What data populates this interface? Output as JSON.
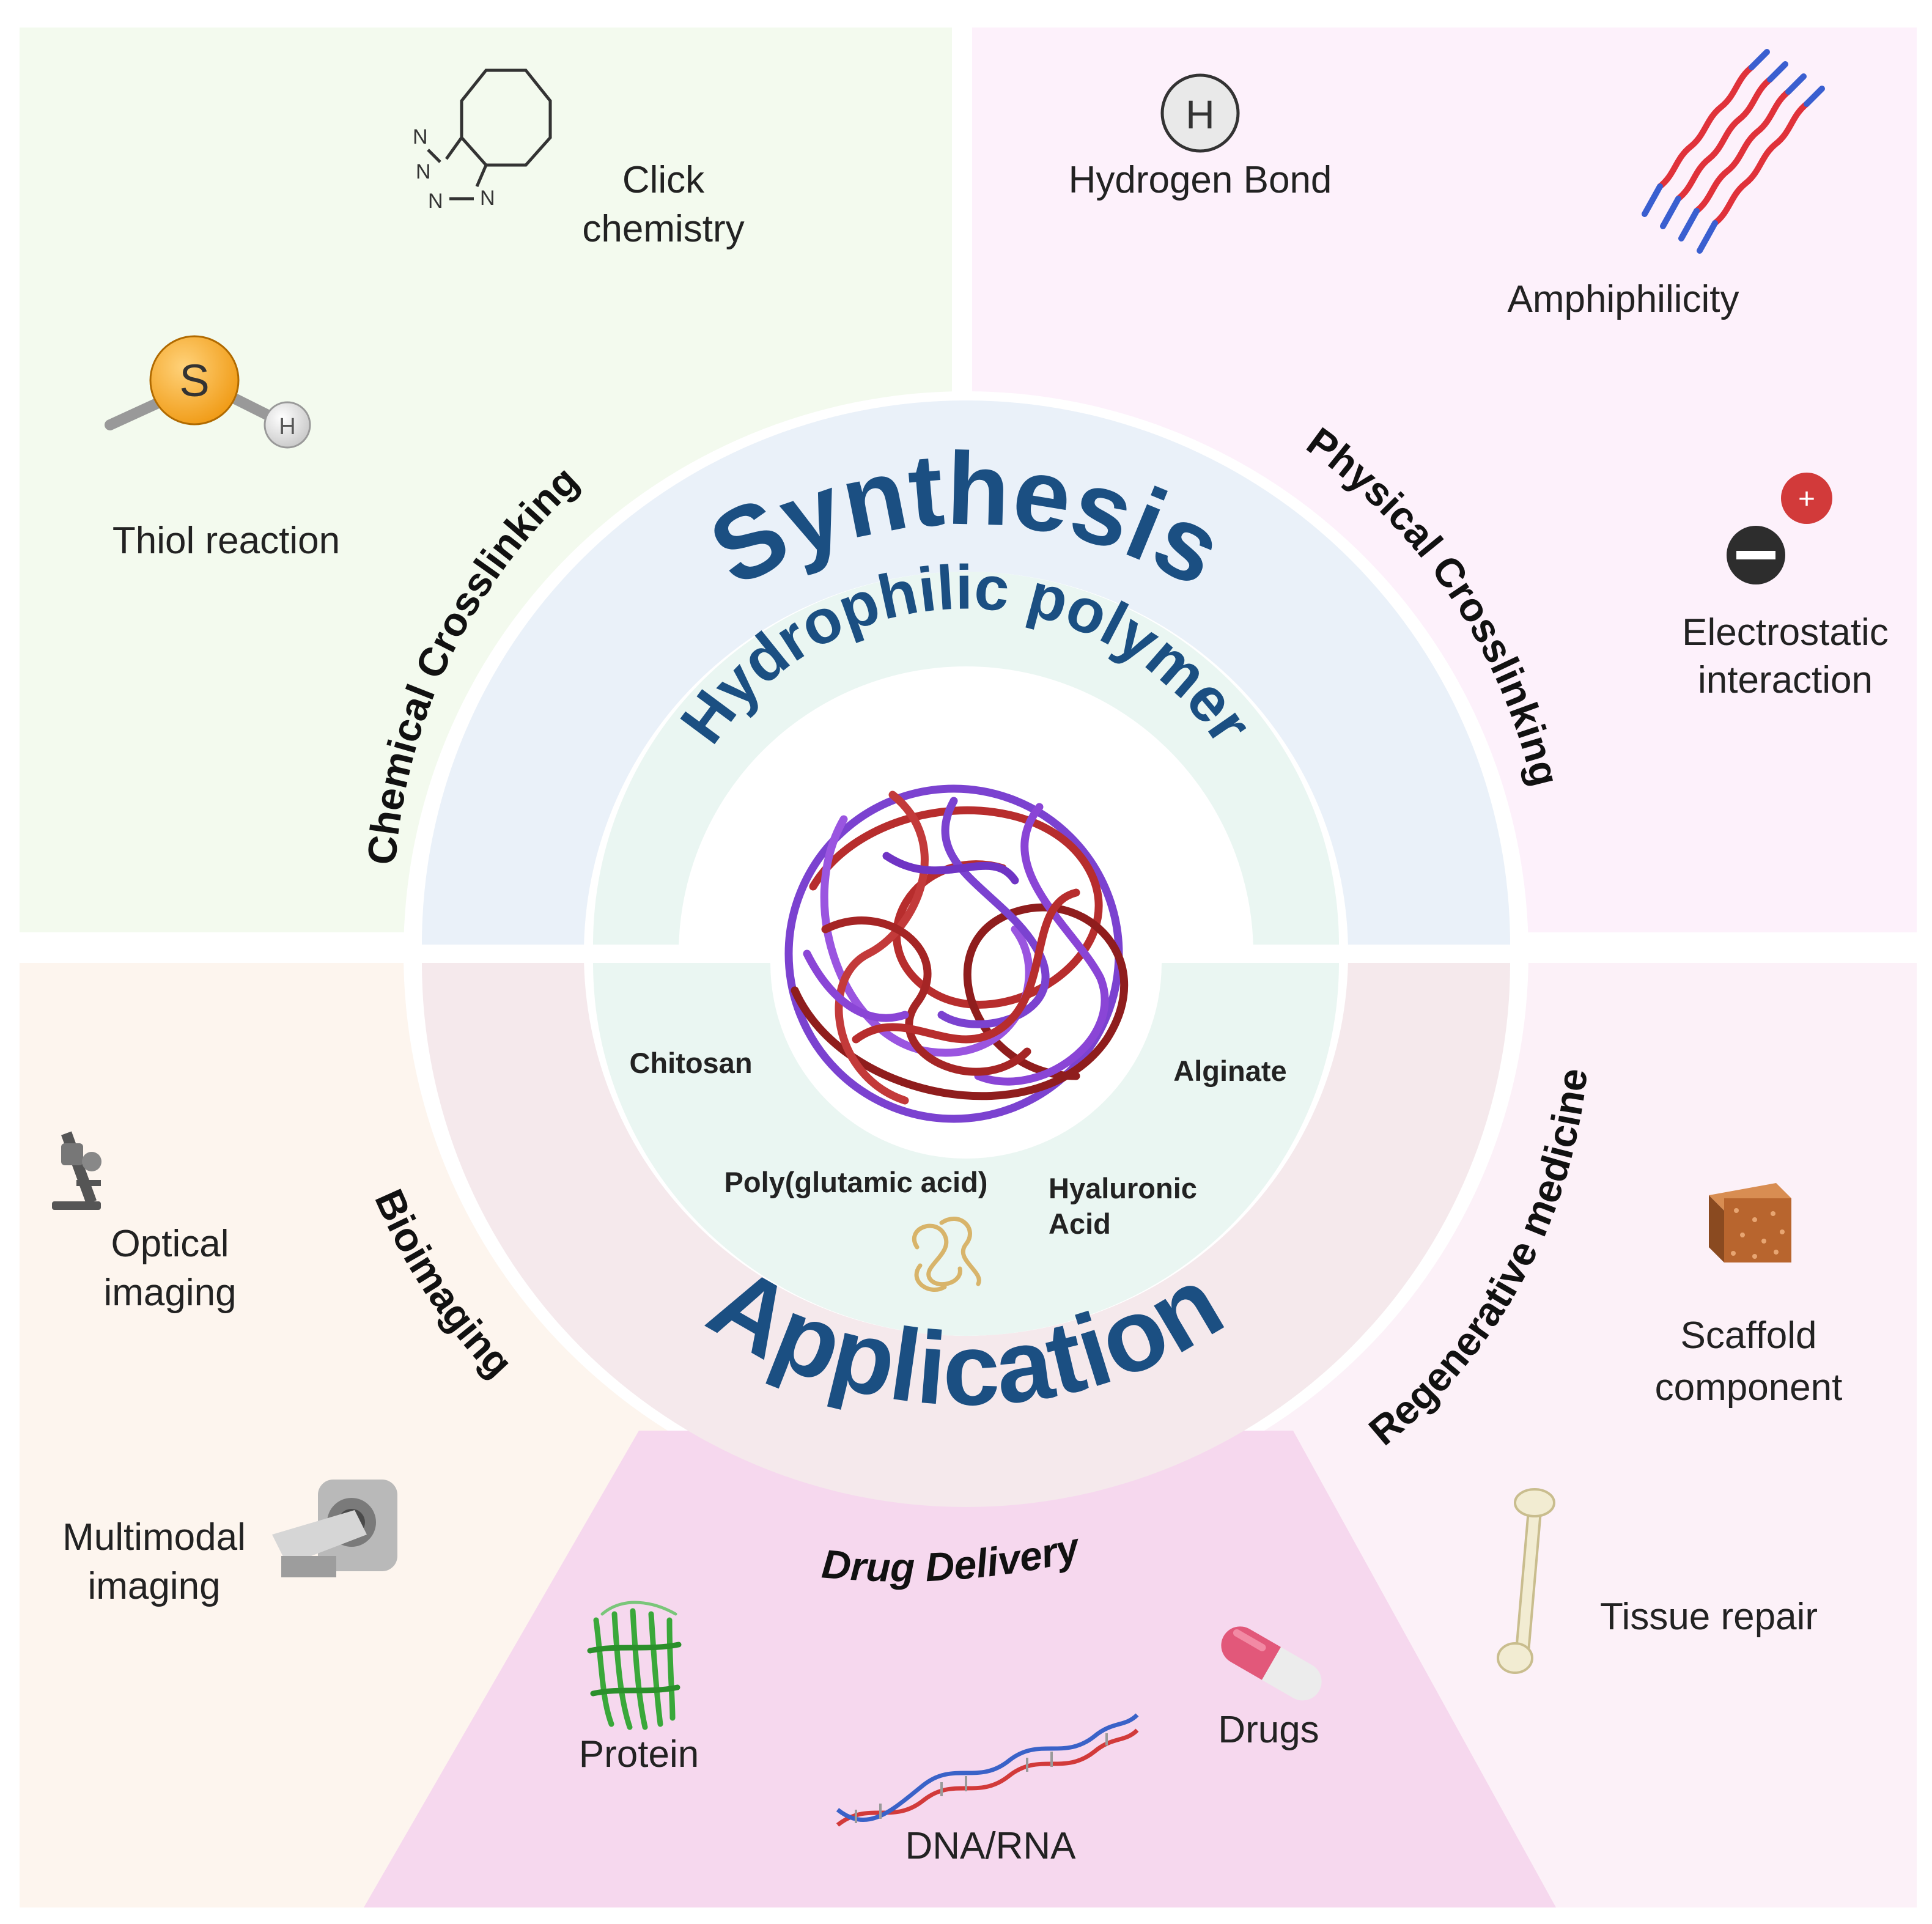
{
  "colors": {
    "chemical_bg": "#f3faee",
    "physical_bg": "#fdf1fb",
    "bioimaging_bg": "#fdf5ee",
    "regenerative_bg": "#fcf1f8",
    "drug_bg": "#f6d8ee",
    "synthesis_ring": "#eaf1f9",
    "application_ring": "#f5e9ec",
    "inner_ring": "#eaf6f2",
    "title_blue": "#1b4f82"
  },
  "center": {
    "synthesis_title": "Synthesis",
    "application_title": "Application",
    "inner_title": "Hydrophilic polymer",
    "polymers": {
      "chitosan": "Chitosan",
      "alginate": "Alginate",
      "poly_glutamic": "Poly(glutamic acid)",
      "hyaluronic_line1": "Hyaluronic",
      "hyaluronic_line2": "Acid"
    }
  },
  "chemical": {
    "title": "Chemical Crosslinking",
    "click_line1": "Click",
    "click_line2": "chemistry",
    "thiol_label": "Thiol reaction",
    "sulfur_symbol": "S",
    "hydrogen_symbol": "H"
  },
  "physical": {
    "title": "Physical Crosslinking",
    "hydrogen_bond_label": "Hydrogen Bond",
    "hydrogen_symbol": "H",
    "amphiphilicity_label": "Amphiphilicity",
    "electrostatic_line1": "Electrostatic",
    "electrostatic_line2": "interaction",
    "plus_symbol": "+"
  },
  "bioimaging": {
    "title": "Bioimaging",
    "optical_line1": "Optical",
    "optical_line2": "imaging",
    "multimodal_line1": "Multimodal",
    "multimodal_line2": "imaging"
  },
  "regenerative": {
    "title": "Regenerative medicine",
    "scaffold_line1": "Scaffold",
    "scaffold_line2": "component",
    "tissue_label": "Tissue repair"
  },
  "drug_delivery": {
    "title": "Drug Delivery",
    "protein_label": "Protein",
    "dna_label": "DNA/RNA",
    "drugs_label": "Drugs"
  }
}
